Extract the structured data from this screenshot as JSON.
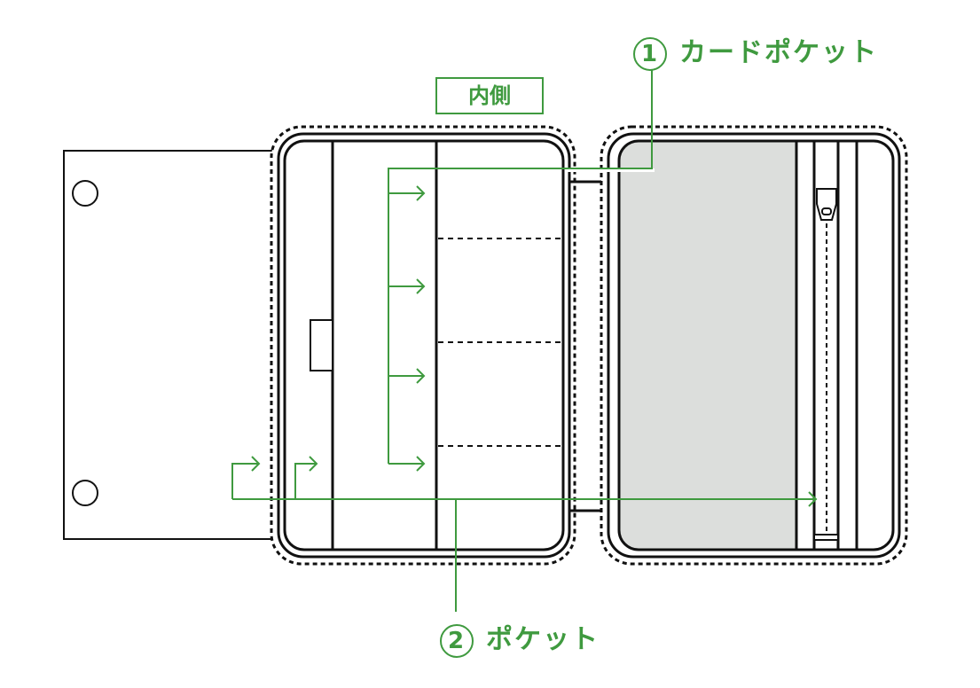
{
  "inner_tag": "内側",
  "labels": [
    {
      "number": "1",
      "text": "カードポケット"
    },
    {
      "number": "2",
      "text": "ポケット"
    }
  ],
  "colors": {
    "accent": "#3f9a3f",
    "panel_fill": "#dcdedc",
    "line": "#111111"
  }
}
